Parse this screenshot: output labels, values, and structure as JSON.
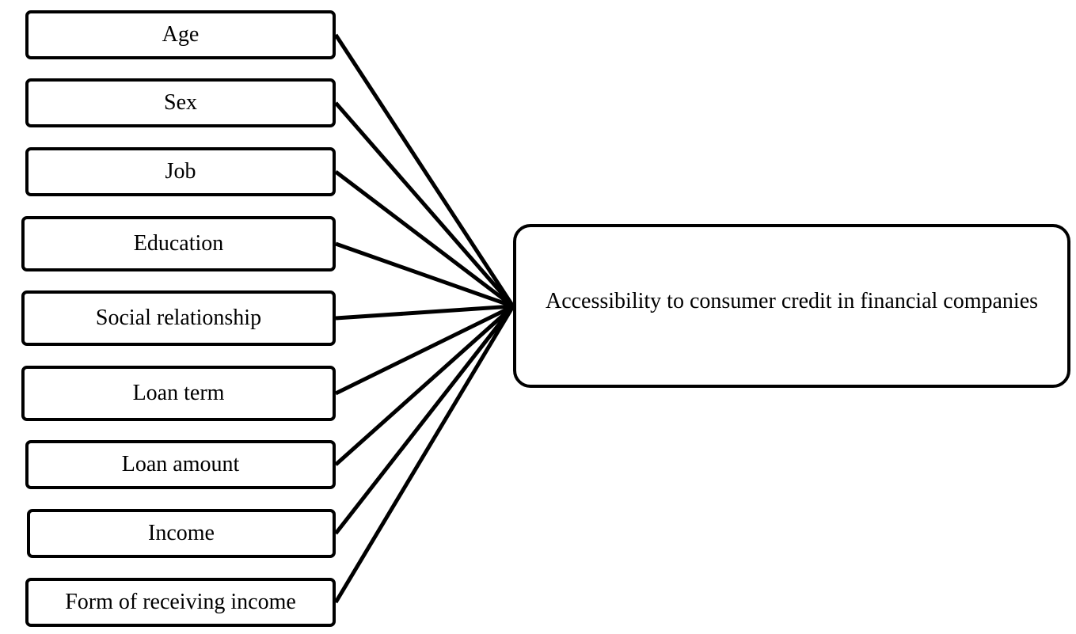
{
  "factors": [
    {
      "label": "Age"
    },
    {
      "label": "Sex"
    },
    {
      "label": "Job"
    },
    {
      "label": "Education"
    },
    {
      "label": "Social relationship"
    },
    {
      "label": "Loan term"
    },
    {
      "label": "Loan amount"
    },
    {
      "label": "Income"
    },
    {
      "label": "Form of receiving income"
    }
  ],
  "outcome": {
    "label": "Accessibility to consumer credit in financial companies"
  },
  "colors": {
    "stroke": "#000000",
    "background": "#ffffff"
  }
}
